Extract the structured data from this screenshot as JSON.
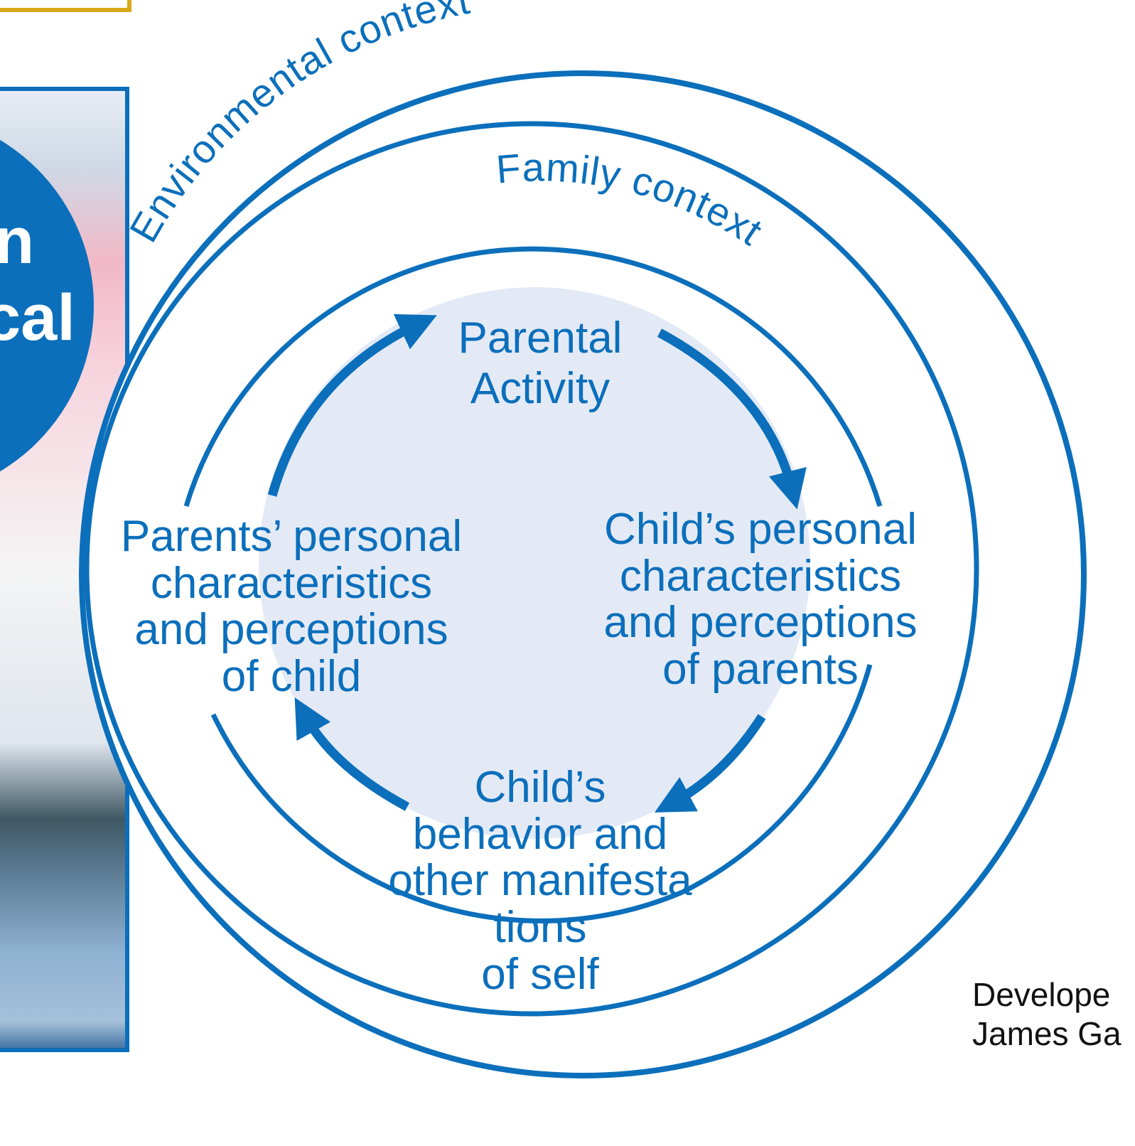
{
  "colors": {
    "accent": "#0b6fbb",
    "center_fill": "#e3eaf6",
    "frame_gold": "#d8a81a",
    "text_dark": "#111111"
  },
  "rings": {
    "outer_label": "Environmental context",
    "middle_label": "Family context"
  },
  "nodes": {
    "top": [
      "Parental",
      "Activity"
    ],
    "right": [
      "Child’s personal",
      "characteristics",
      "and perceptions",
      "of parents"
    ],
    "bottom": [
      "Child’s",
      "behavior and",
      "other manifesta",
      "tions",
      "of self"
    ],
    "left": [
      "Parents’ personal",
      "characteristics",
      "and perceptions",
      "of child"
    ]
  },
  "left_badge": {
    "line1": "n",
    "line2": "cal"
  },
  "credit": {
    "line1": "Develope",
    "line2": "James Ga"
  }
}
